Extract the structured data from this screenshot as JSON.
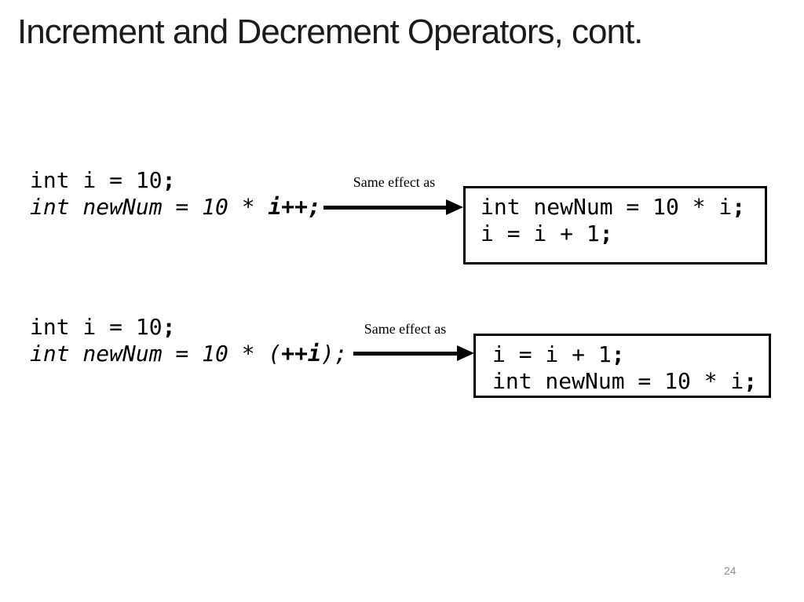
{
  "slide": {
    "title": "Increment and Decrement Operators, cont.",
    "page_number": "24"
  },
  "example1": {
    "label": "Same effect as",
    "source": {
      "line1": [
        {
          "text": "int i = 10"
        },
        {
          "text": ";"
        }
      ],
      "line2": [
        {
          "text": "int newNum = 10 * "
        },
        {
          "text": "i++;"
        }
      ]
    },
    "result": {
      "line1": [
        {
          "text": "int newNum = 10 * i"
        },
        {
          "text": ";"
        }
      ],
      "line2": [
        {
          "text": "i = i + 1"
        },
        {
          "text": ";"
        }
      ]
    }
  },
  "example2": {
    "label": "Same effect as",
    "source": {
      "line1": [
        {
          "text": "int i = 10"
        },
        {
          "text": ";"
        }
      ],
      "line2": [
        {
          "text": "int newNum = 10 * ("
        },
        {
          "text": "++i"
        },
        {
          "text": ");"
        }
      ]
    },
    "result": {
      "line1": [
        {
          "text": "i = i + 1"
        },
        {
          "text": ";"
        }
      ],
      "line2": [
        {
          "text": "int newNum = 10 * i"
        },
        {
          "text": ";"
        }
      ]
    }
  }
}
